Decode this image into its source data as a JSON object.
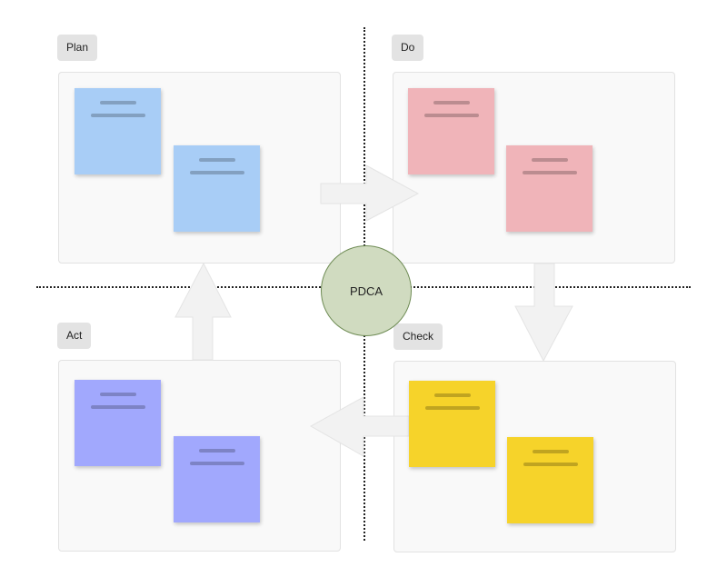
{
  "center": {
    "label": "PDCA"
  },
  "quadrants": {
    "plan": {
      "label": "Plan",
      "color": "#a8cdf6"
    },
    "do": {
      "label": "Do",
      "color": "#f0b4b9"
    },
    "check": {
      "label": "Check",
      "color": "#f6d32a"
    },
    "act": {
      "label": "Act",
      "color": "#a1a8fd"
    }
  },
  "arrow_color": "#f2f2f2",
  "center_color": "#d0dbc0"
}
